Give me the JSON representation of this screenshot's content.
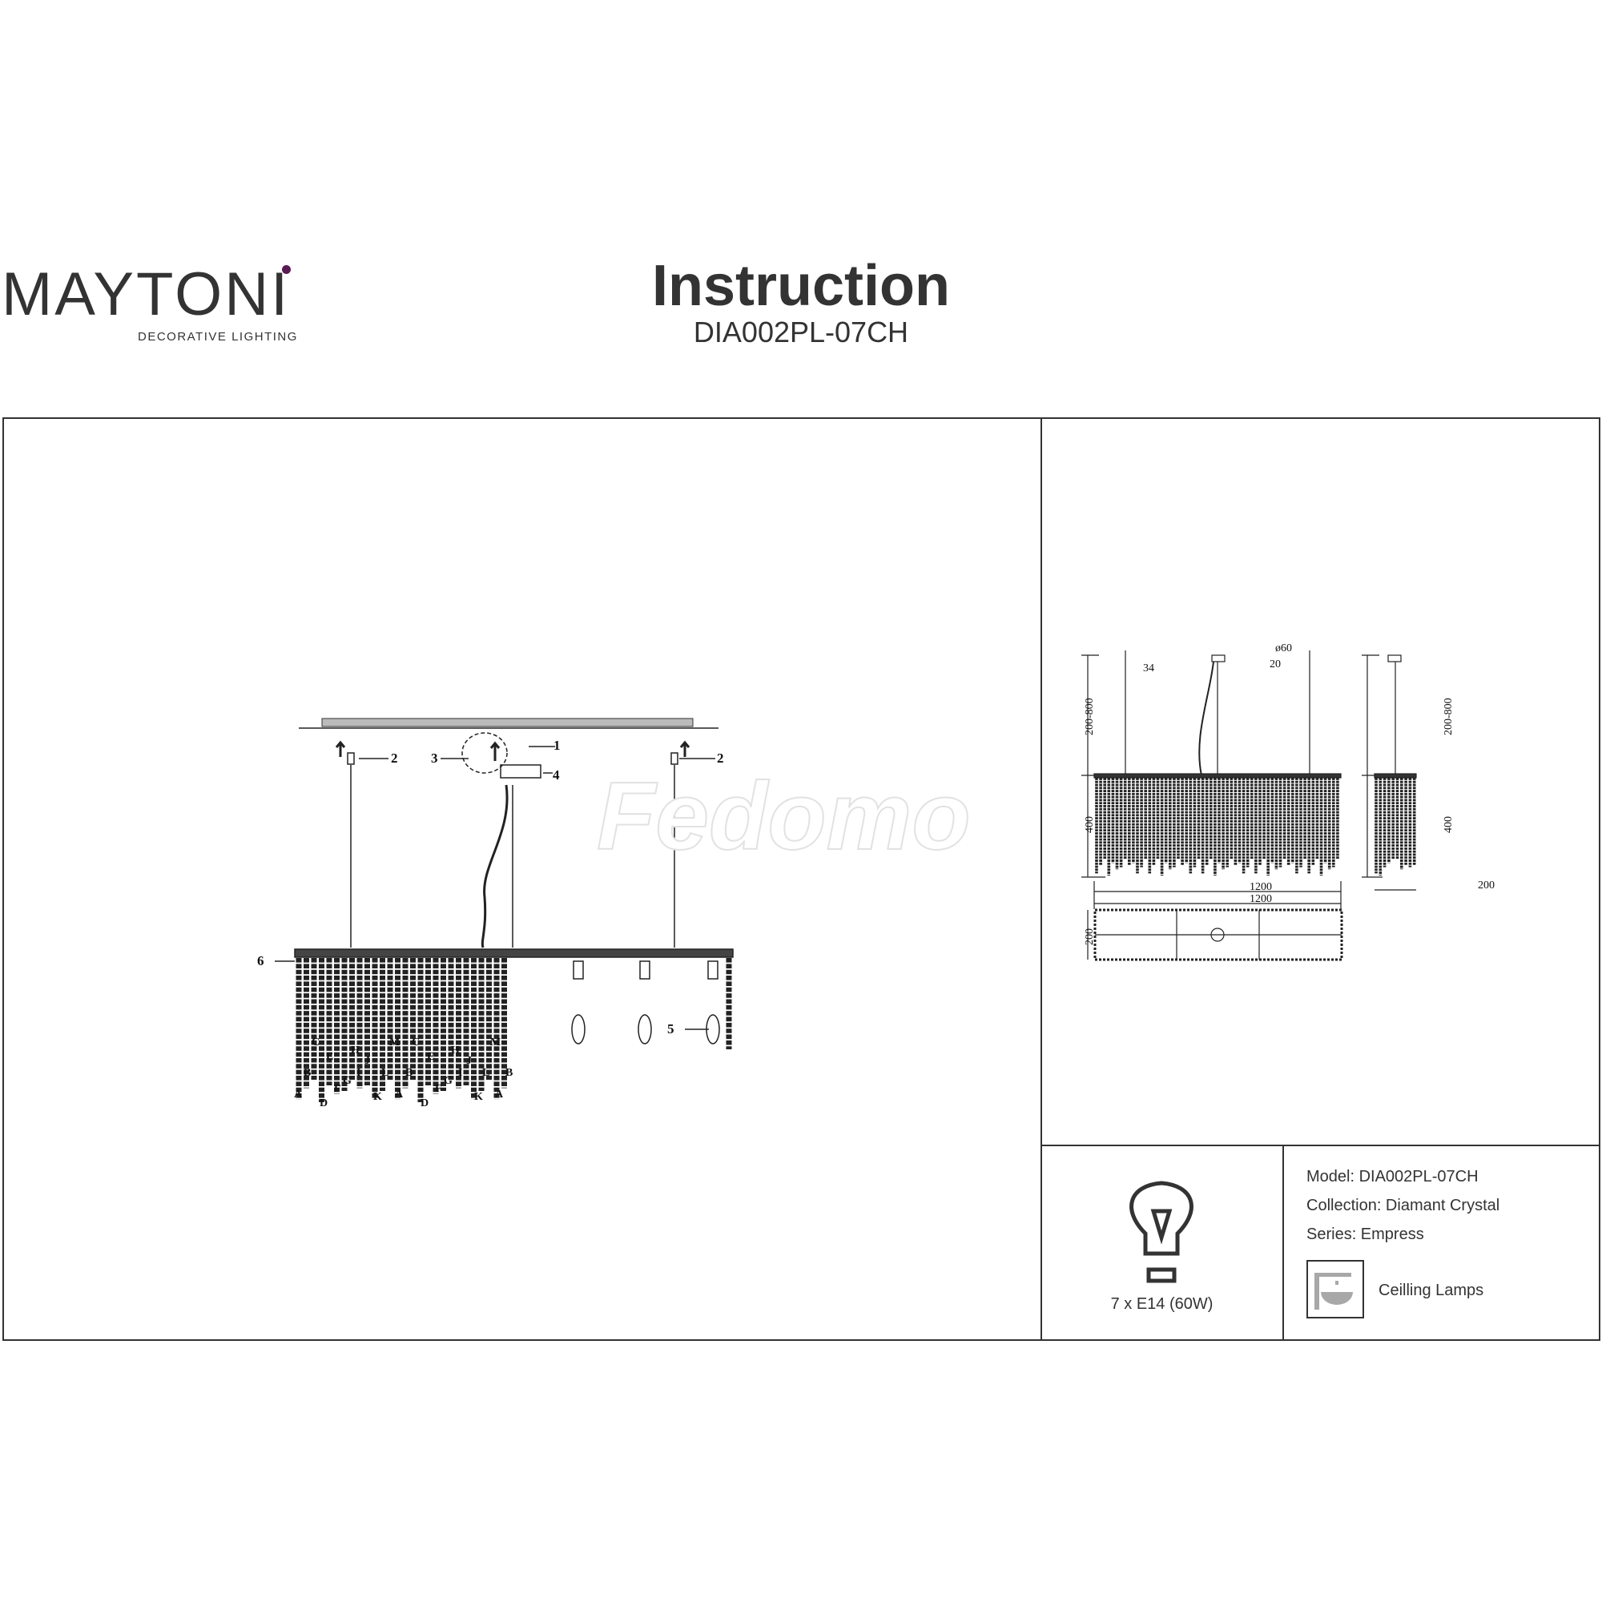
{
  "header": {
    "logo": "MAYTONI",
    "logo_subtitle": "DECORATIVE LIGHTING",
    "title": "Instruction",
    "model_code": "DIA002PL-07CH"
  },
  "assembly_drawing": {
    "part_labels": [
      "1",
      "2",
      "3",
      "4",
      "5",
      "6"
    ],
    "crystal_labels": [
      "A",
      "B",
      "C",
      "D",
      "E",
      "F",
      "G",
      "H",
      "I",
      "J",
      "K",
      "L",
      "M",
      "A",
      "B",
      "C",
      "D",
      "E",
      "F",
      "G",
      "H",
      "I",
      "J",
      "K",
      "L",
      "M",
      "A",
      "B"
    ],
    "watermark": "Fedomo"
  },
  "dimension_drawing": {
    "hook_height": "34",
    "canopy_diameter": "ø60",
    "canopy_height": "20",
    "suspension_range": "200-800",
    "body_height": "400",
    "length_1": "1200",
    "length_2": "1200",
    "plan_width": "200",
    "side_suspension_range": "200-800",
    "side_body_height": "400",
    "side_width": "200"
  },
  "specs": {
    "bulb": "7 x E14 (60W)",
    "model": "Model: DIA002PL-07CH",
    "collection": "Collection: Diamant Crystal",
    "series": "Series: Empress",
    "category": "Ceilling Lamps"
  },
  "colors": {
    "text": "#333333",
    "logo_accent": "#5a1a52",
    "icon_gray": "#a8a8a8"
  }
}
